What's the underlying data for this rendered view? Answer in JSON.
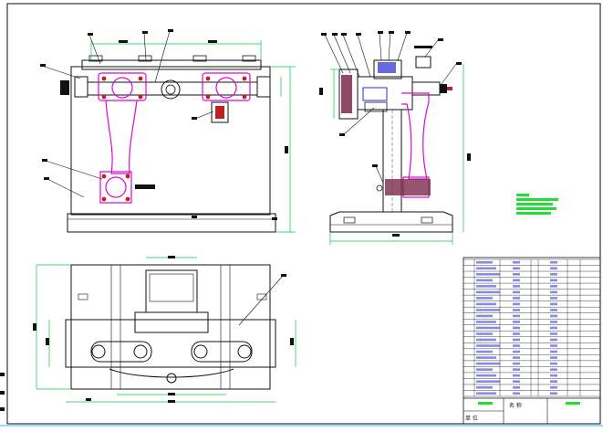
{
  "drawing": {
    "colors": {
      "frame": "#0a0a0a",
      "outline": "#111111",
      "dimension": "#00cc44",
      "part": "#d60ad6",
      "accent": "#c02020",
      "detail": "#2a2ad0",
      "fill_note": "#22dd33"
    },
    "title_block": {
      "item_rows": 23,
      "name_label": "名 称",
      "footer_label": "单 位"
    }
  }
}
